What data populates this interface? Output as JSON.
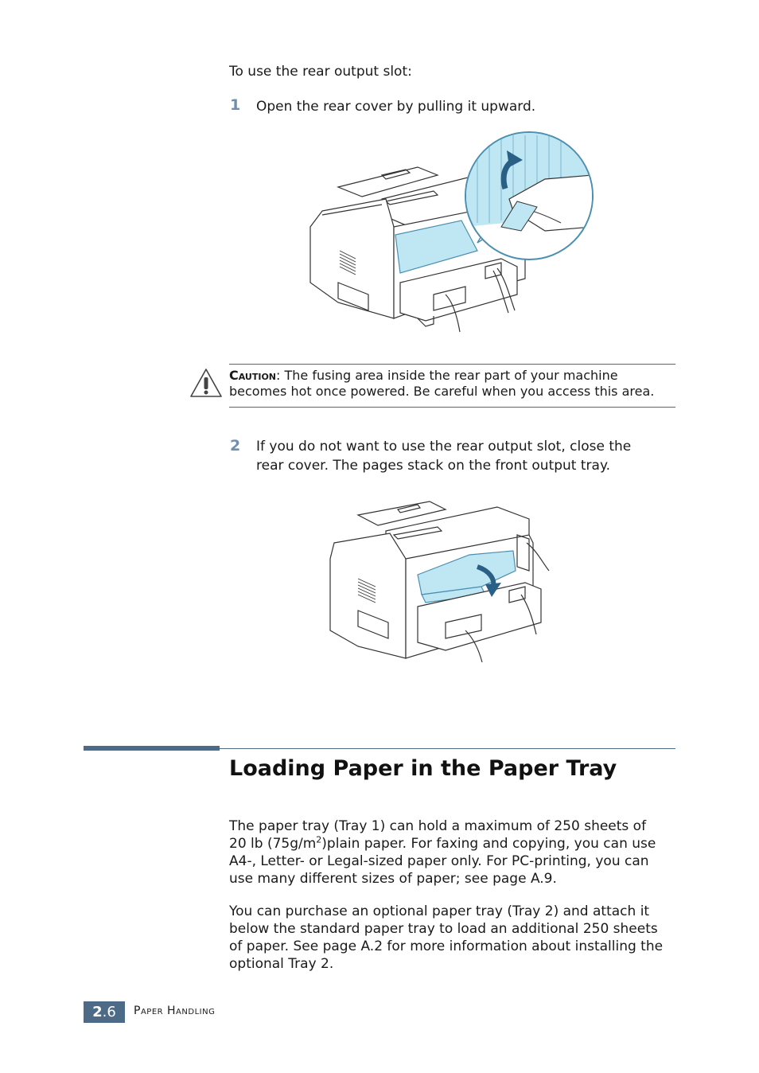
{
  "intro": "To use the rear output slot:",
  "step1": {
    "num": "1",
    "text": "Open the rear cover by pulling it upward."
  },
  "caution": {
    "label": "Caution",
    "text_line1": ": The fusing area inside the rear part of your machine",
    "text_line2": "becomes hot once powered. Be careful when you access this area."
  },
  "step2": {
    "num": "2",
    "line1": "If you do not want to use the rear output slot, close the",
    "line2": "rear cover. The pages stack on the front output tray."
  },
  "section": {
    "title": "Loading Paper in the Paper Tray"
  },
  "para1": {
    "l1": "The paper tray (Tray 1) can hold a maximum of 250 sheets of",
    "l2a": "20 lb (75g/m",
    "l2sup": "2",
    "l2b": ")plain paper. For faxing and copying, you can use",
    "l3": "A4-, Letter- or Legal-sized paper only. For PC-printing, you can",
    "l4": "use many different sizes of paper; see page A.9."
  },
  "para2": {
    "l1": "You can purchase an optional paper tray (Tray 2) and attach it",
    "l2": "below the standard paper tray to load an additional 250 sheets",
    "l3": "of paper. See page A.2 for more information about installing the",
    "l4": "optional Tray 2."
  },
  "footer": {
    "chapter": "2",
    "page": ".6",
    "label": "Paper Handling"
  },
  "colors": {
    "accent": "#4d6b86",
    "step": "#6f8fb0",
    "highlight": "#bfe6f3"
  }
}
